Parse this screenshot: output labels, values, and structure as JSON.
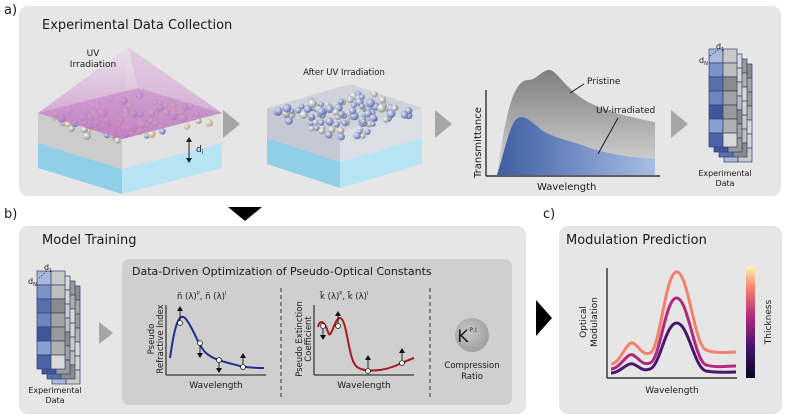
{
  "panels": {
    "a": {
      "letter": "a)",
      "title": "Experimental Data Collection",
      "uv_label": "UV\nIrradiation",
      "after_label": "After UV Irradiation",
      "thickness_label": "d",
      "thickness_sub": "i",
      "plot": {
        "ylabel": "Transmittance",
        "xlabel": "Wavelength",
        "pristine_label": "Pristine",
        "uv_label": "UV-irradiated"
      },
      "stack_label_top": "d",
      "stack_label_top_sub": "1",
      "stack_label_bottom": "d",
      "stack_label_bottom_sub": "N",
      "data_label": "Experimental\nData"
    },
    "b": {
      "letter": "b)",
      "title": "Model Training",
      "subtitle": "Data-Driven Optimization of Pseudo-Optical Constants",
      "stack_label_top": "d",
      "stack_label_top_sub": "1",
      "stack_label_bottom": "d",
      "stack_label_bottom_sub": "N",
      "data_label": "Experimental\nData",
      "n_plot": {
        "eq": "ñ (λ)",
        "eq_sup1": "P",
        "eq_mid": ", ñ (λ)",
        "eq_sup2": "I",
        "ylabel": "Pseudo\nRefractive Index",
        "xlabel": "Wavelength"
      },
      "k_plot": {
        "eq": "k̃ (λ)",
        "eq_sup1": "P",
        "eq_mid": ", k̃ (λ)",
        "eq_sup2": "I",
        "ylabel": "Pseudo Extinction\nCoefficient",
        "xlabel": "Wavelength"
      },
      "kappa_symbol": "K",
      "kappa_sup": "P,I",
      "compression_label": "Compression\nRatio"
    },
    "c": {
      "letter": "c)",
      "title": "Modulation Prediction",
      "ylabel": "Optical\nModulation",
      "xlabel": "Wavelength",
      "colorbar_label": "Thickness"
    }
  },
  "colors": {
    "panel_bg": "#e6e6e6",
    "inner_bg": "#cfcfcf",
    "arrow_gray": "#a6a6a6",
    "uv_purple": "#c77dc9",
    "pristine_gray": "#9e9e9e",
    "uv_blue": "#6a83b8",
    "n_curve": "#1f2f8f",
    "k_curve": "#a61c1c",
    "mod_light": "#f4816a",
    "mod_mid": "#b3297a",
    "mod_dark": "#4a1670"
  }
}
